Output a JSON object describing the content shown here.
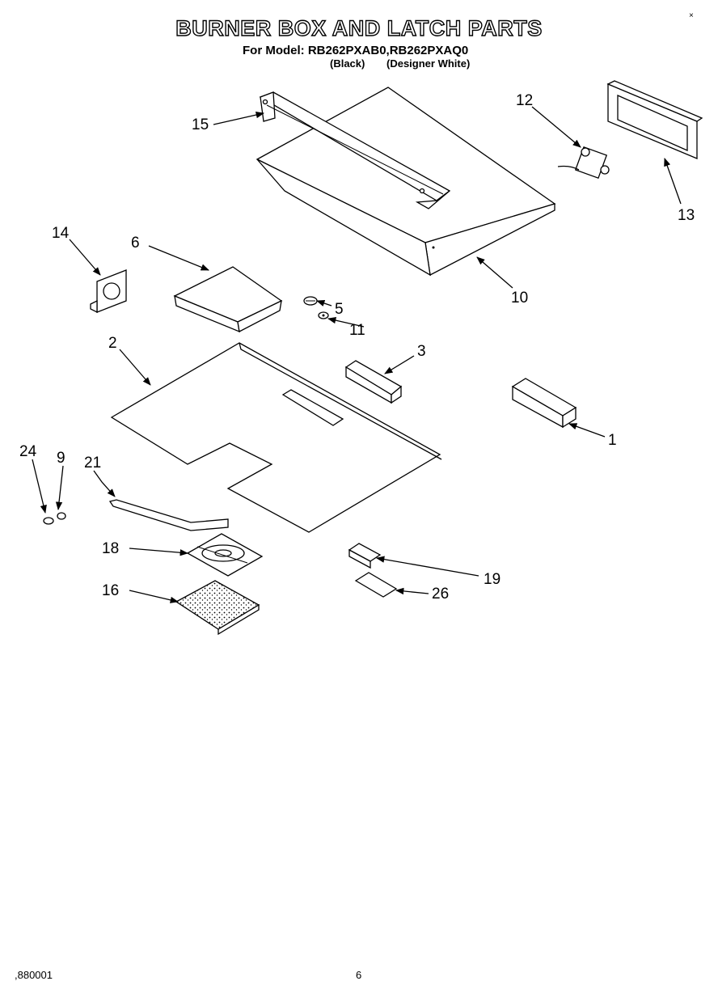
{
  "header": {
    "title": "BURNER BOX AND LATCH PARTS",
    "model_line": "For Model: RB262PXAB0,RB262PXAQ0",
    "variant_black": "(Black)",
    "variant_white": "(Designer White)"
  },
  "footer": {
    "code": ",880001",
    "page": "6"
  },
  "corner_mark": "×",
  "callouts": [
    {
      "id": "1",
      "label": "1"
    },
    {
      "id": "2",
      "label": "2"
    },
    {
      "id": "3",
      "label": "3"
    },
    {
      "id": "5",
      "label": "5"
    },
    {
      "id": "6",
      "label": "6"
    },
    {
      "id": "9",
      "label": "9"
    },
    {
      "id": "10",
      "label": "10"
    },
    {
      "id": "11",
      "label": "11"
    },
    {
      "id": "12",
      "label": "12"
    },
    {
      "id": "13",
      "label": "13"
    },
    {
      "id": "14",
      "label": "14"
    },
    {
      "id": "15",
      "label": "15"
    },
    {
      "id": "16",
      "label": "16"
    },
    {
      "id": "18",
      "label": "18"
    },
    {
      "id": "19",
      "label": "19"
    },
    {
      "id": "21",
      "label": "21"
    },
    {
      "id": "24",
      "label": "24"
    },
    {
      "id": "26",
      "label": "26"
    }
  ]
}
